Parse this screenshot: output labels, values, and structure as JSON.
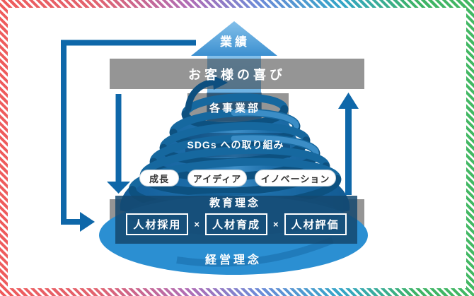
{
  "diagram": {
    "performance_label": "業績",
    "customer_bar_label": "お客様の喜び",
    "levels": [
      {
        "label": "各事業部"
      },
      {
        "label": "SDGs への取り組み"
      }
    ],
    "value_pills": [
      "成長",
      "アイディア",
      "イノベーション"
    ],
    "education_section": {
      "title": "教育理念",
      "multiply_sign": "×",
      "items": [
        "人材採用",
        "人材育成",
        "人材評価"
      ]
    },
    "management_label": "経営理念",
    "colors": {
      "loop_arrow_blue": "#0e67a9",
      "light_arrow_blue": "#4a9ad8",
      "spiral_blue": "#16689f",
      "spiral_dark_blue": "#0d5180",
      "base_ellipse_blue": "#2b8fd2",
      "panel_navy": "#14486f",
      "bar_gray": "#999999",
      "stripe_red": "#ef5c5c",
      "stripe_purple": "#b06db6",
      "stripe_blue": "#35a6c8",
      "stripe_green": "#43b863"
    }
  }
}
